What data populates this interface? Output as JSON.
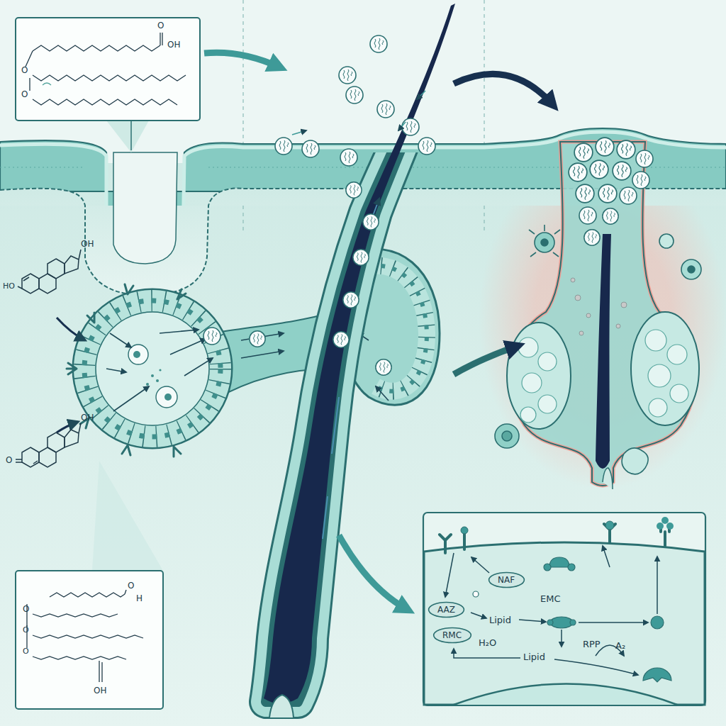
{
  "diagram": {
    "nodes": [
      {
        "text": [
          "NAF"
        ]
      },
      {
        "text": [
          "AAZ"
        ]
      },
      {
        "text": [
          "RMC"
        ]
      }
    ],
    "labels": [
      "O",
      "OH",
      "O",
      "O",
      "OH",
      "HO",
      "OH",
      "O",
      "O",
      "H",
      "O",
      "O",
      "O",
      "OH",
      "EMC",
      "Lipid",
      "H₂O",
      "Lipid",
      "RPP",
      "A₂"
    ]
  }
}
